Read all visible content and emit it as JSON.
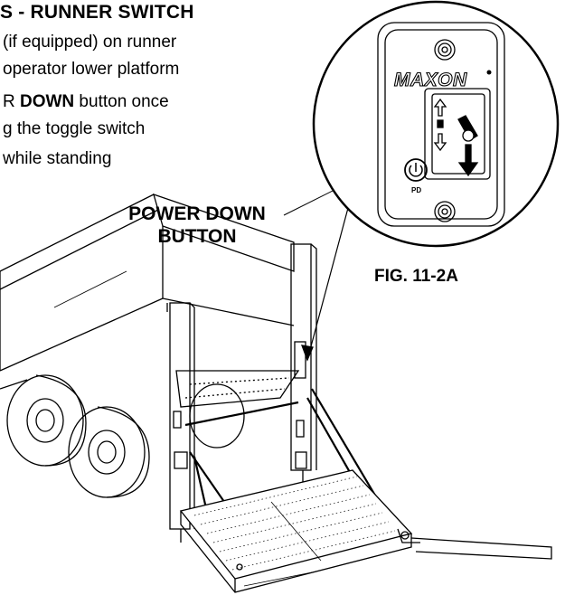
{
  "heading": "S - RUNNER SWITCH",
  "body_lines": [
    {
      "pre": "(if equipped) on runner",
      "bold": "",
      "post": ""
    },
    {
      "pre": "operator lower platform",
      "bold": "",
      "post": ""
    },
    {
      "pre": "R ",
      "bold": "DOWN",
      "post": " button once"
    },
    {
      "pre": "g the toggle switch",
      "bold": "",
      "post": ""
    },
    {
      "pre": "while standing",
      "bold": "",
      "post": ""
    }
  ],
  "callout": {
    "line1": "POWER DOWN",
    "line2": "BUTTON"
  },
  "figure_label": "FIG. 11-2A",
  "panel": {
    "brand": "MAXON",
    "button_text": "PD"
  },
  "colors": {
    "ink": "#000000",
    "background": "#ffffff"
  }
}
